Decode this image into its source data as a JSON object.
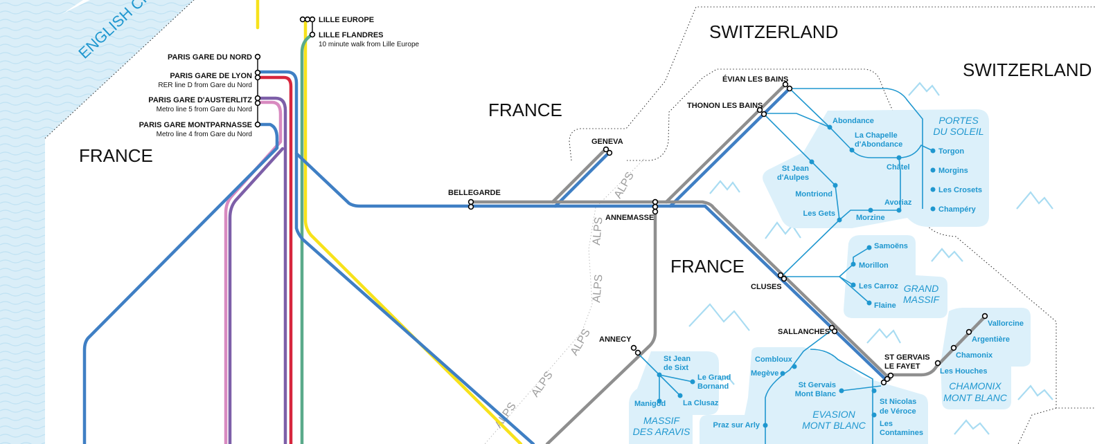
{
  "colors": {
    "sea": "#daeef8",
    "blue_line": "#3f7fc4",
    "grey_line": "#8f8f8f",
    "yellow_line": "#f7e21b",
    "green_line": "#5aaa8a",
    "red_line": "#d7263d",
    "purple_line": "#7d5fa8",
    "pink_line": "#d88ac0",
    "resort_blue": "#1f97cf",
    "resort_area_bg": "#dcf0fa"
  },
  "sea": {
    "label": "ENGLISH CH"
  },
  "countries": {
    "france_west": "FRANCE",
    "france_mid": "FRANCE",
    "france_east": "FRANCE",
    "switzerland_1": "SWITZERLAND",
    "switzerland_2": "SWITZERLAND"
  },
  "alps_labels": [
    "ALPS",
    "ALPS",
    "ALPS",
    "ALPS",
    "ALPS",
    "ALPS"
  ],
  "stations": {
    "lille_europe": "LILLE EUROPE",
    "lille_flandres": "LILLE FLANDRES",
    "lille_flandres_note": "10 minute walk from Lille Europe",
    "paris_nord": "PARIS GARE DU NORD",
    "paris_lyon": "PARIS GARE DE LYON",
    "paris_lyon_note": "RER line D from Gare du Nord",
    "paris_austerlitz": "PARIS GARE D'AUSTERLITZ",
    "paris_austerlitz_note": "Metro line 5 from Gare du Nord",
    "paris_montparnasse": "PARIS GARE MONTPARNASSE",
    "paris_montparnasse_note": "Metro line 4 from Gare du Nord",
    "bellegarde": "BELLEGARDE",
    "geneva": "GENEVA",
    "annemasse": "ANNEMASSE",
    "evian": "ÉVIAN LES BAINS",
    "thonon": "THONON LES BAINS",
    "cluses": "CLUSES",
    "sallanches": "SALLANCHES",
    "st_gervais_1": "ST GERVAIS",
    "st_gervais_2": "LE FAYET",
    "annecy": "ANNECY"
  },
  "resorts": {
    "abondance": "Abondance",
    "la_chapelle_1": "La Chapelle",
    "la_chapelle_2": "d'Abondance",
    "chatel": "Châtel",
    "torgon": "Torgon",
    "morgins": "Morgins",
    "les_crosets": "Les Crosets",
    "champery": "Champéry",
    "st_jean_aulps_1": "St Jean",
    "st_jean_aulps_2": "d'Aulpes",
    "montriond": "Montriond",
    "les_gets": "Les Gets",
    "morzine": "Morzine",
    "avoriaz": "Avoriaz",
    "samoens": "Samoëns",
    "morillon": "Morillon",
    "les_carroz": "Les Carroz",
    "flaine": "Flaine",
    "vallorcine": "Vallorcine",
    "argentiere": "Argentière",
    "chamonix": "Chamonix",
    "les_houches": "Les Houches",
    "combloux": "Combloux",
    "megeve": "Megève",
    "st_gervais_mb_1": "St Gervais",
    "st_gervais_mb_2": "Mont Blanc",
    "st_nicolas_1": "St Nicolas",
    "st_nicolas_2": "de Véroce",
    "les_contamines_1": "Les",
    "les_contamines_2": "Contamines",
    "praz_sur_arly": "Praz sur Arly",
    "st_jean_sixt_1": "St Jean",
    "st_jean_sixt_2": "de Sixt",
    "le_grand_bornand_1": "Le Grand",
    "le_grand_bornand_2": "Bornand",
    "manigod": "Manigod",
    "la_clusaz": "La Clusaz"
  },
  "areas": {
    "portes_1": "PORTES",
    "portes_2": "DU SOLEIL",
    "grand_massif_1": "GRAND",
    "grand_massif_2": "MASSIF",
    "chamonix_1": "CHAMONIX",
    "chamonix_2": "MONT BLANC",
    "evasion_1": "EVASION",
    "evasion_2": "MONT BLANC",
    "aravis_1": "MASSIF",
    "aravis_2": "DES ARAVIS"
  }
}
